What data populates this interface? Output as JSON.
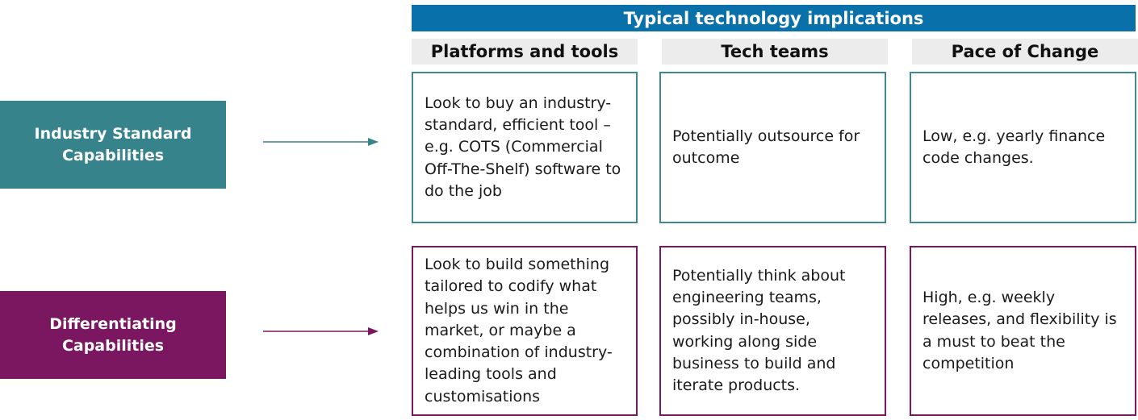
{
  "header": {
    "title": "Typical technology implications"
  },
  "columns": [
    "Platforms and tools",
    "Tech teams",
    "Pace of Change"
  ],
  "colors": {
    "banner": "#0a70aa",
    "industry": "#36838c",
    "differentiating": "#7b1760"
  },
  "rows": [
    {
      "label": "Industry Standard Capabilities",
      "cells": [
        "Look to buy an industry-standard, efficient tool – e.g. COTS (Commercial Off-The-Shelf) software  to do the job",
        "Potentially outsource for outcome",
        "Low, e.g. yearly finance code changes."
      ]
    },
    {
      "label": "Differentiating Capabilities",
      "cells": [
        "Look to build something tailored to codify what helps us win in the market, or maybe a combination of industry-leading tools and customisations",
        "Potentially think about engineering teams, possibly in-house, working along side business to build and iterate products.",
        "High, e.g. weekly releases, and flexibility is a must to beat the competition"
      ]
    }
  ]
}
